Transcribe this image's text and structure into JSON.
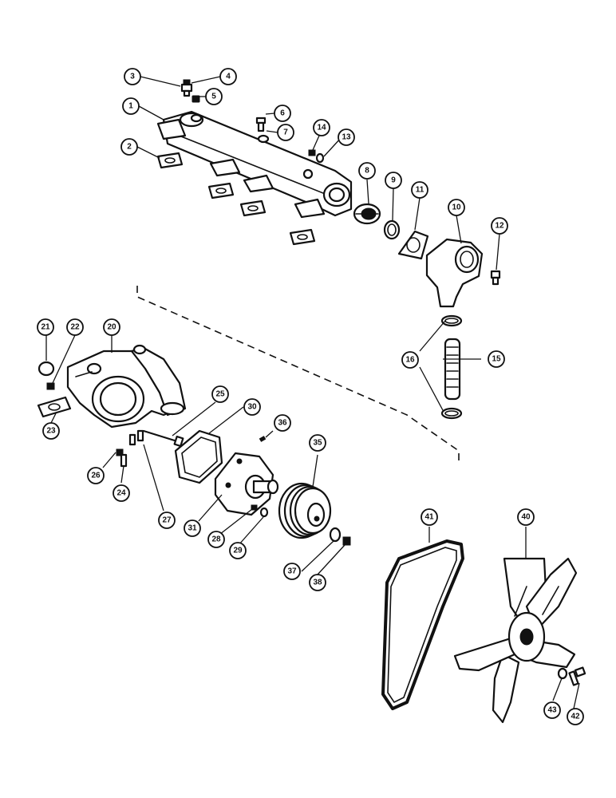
{
  "callouts": [
    {
      "id": "1",
      "label": "1"
    },
    {
      "id": "2",
      "label": "2"
    },
    {
      "id": "3",
      "label": "3"
    },
    {
      "id": "4",
      "label": "4"
    },
    {
      "id": "5",
      "label": "5"
    },
    {
      "id": "6",
      "label": "6"
    },
    {
      "id": "7",
      "label": "7"
    },
    {
      "id": "8",
      "label": "8"
    },
    {
      "id": "9",
      "label": "9"
    },
    {
      "id": "10",
      "label": "10"
    },
    {
      "id": "11",
      "label": "11"
    },
    {
      "id": "12",
      "label": "12"
    },
    {
      "id": "13",
      "label": "13"
    },
    {
      "id": "14",
      "label": "14"
    },
    {
      "id": "15",
      "label": "15"
    },
    {
      "id": "16",
      "label": "16"
    },
    {
      "id": "20",
      "label": "20"
    },
    {
      "id": "21",
      "label": "21"
    },
    {
      "id": "22",
      "label": "22"
    },
    {
      "id": "23",
      "label": "23"
    },
    {
      "id": "24",
      "label": "24"
    },
    {
      "id": "25",
      "label": "25"
    },
    {
      "id": "26",
      "label": "26"
    },
    {
      "id": "27",
      "label": "27"
    },
    {
      "id": "28",
      "label": "28"
    },
    {
      "id": "29",
      "label": "29"
    },
    {
      "id": "30",
      "label": "30"
    },
    {
      "id": "31",
      "label": "31"
    },
    {
      "id": "35",
      "label": "35"
    },
    {
      "id": "36",
      "label": "36"
    },
    {
      "id": "37",
      "label": "37"
    },
    {
      "id": "38",
      "label": "38"
    },
    {
      "id": "40",
      "label": "40"
    },
    {
      "id": "41",
      "label": "41"
    },
    {
      "id": "42",
      "label": "42"
    },
    {
      "id": "43",
      "label": "43"
    }
  ],
  "icons": [
    "water-manifold-icon",
    "thermostat-icon",
    "water-pump-icon",
    "pulley-icon",
    "v-belt-icon",
    "fan-blade-icon",
    "hose-icon"
  ]
}
